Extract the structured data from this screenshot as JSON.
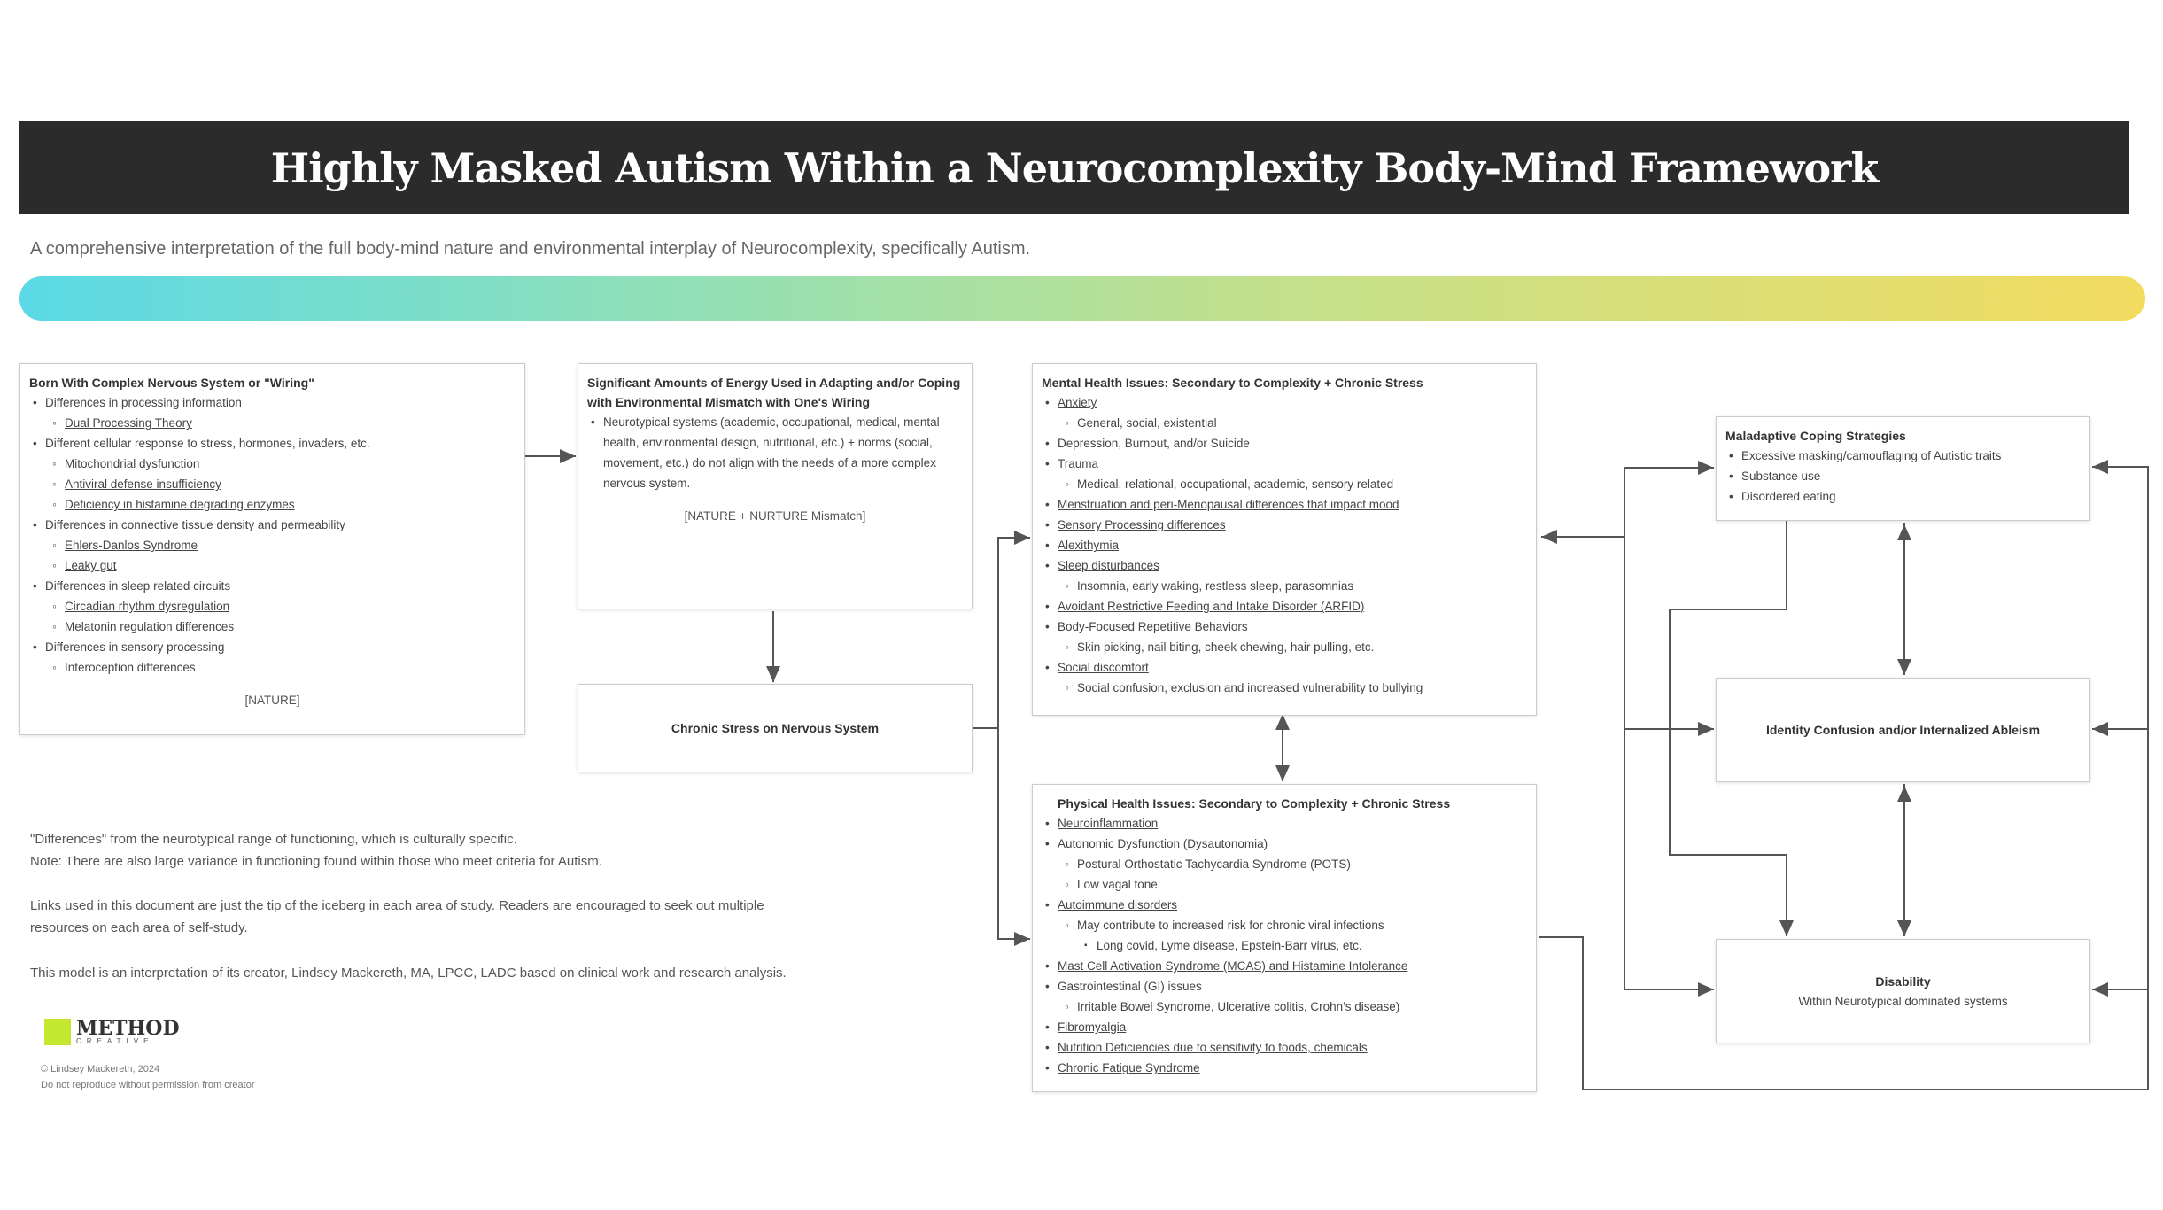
{
  "header": {
    "title": "Highly Masked Autism Within a Neurocomplexity Body-Mind Framework"
  },
  "subtitle": "A comprehensive interpretation of the full body-mind nature and environmental interplay of Neurocomplexity, specifically Autism.",
  "box1": {
    "title": "Born With Complex Nervous System or \"Wiring\"",
    "items": [
      "Differences in processing information",
      "Dual Processing Theory",
      "Different cellular response to stress, hormones, invaders, etc.",
      "Mitochondrial dysfunction",
      "Antiviral defense insufficiency",
      "Deficiency in histamine degrading enzymes",
      "Differences in connective tissue density and permeability",
      "Ehlers-Danlos Syndrome",
      "Leaky gut",
      "Differences in sleep related circuits",
      "Circadian rhythm dysregulation",
      "Melatonin regulation differences",
      "Differences in sensory processing",
      "Interoception differences"
    ],
    "note": "[NATURE]"
  },
  "box2": {
    "title": "Significant Amounts of Energy Used in Adapting and/or Coping with Environmental Mismatch with One's Wiring",
    "body": "Neurotypical systems (academic, occupational, medical, mental health, environmental design, nutritional, etc.) + norms (social, movement, etc.) do not align with the needs of a more complex nervous system.",
    "note": "[NATURE + NURTURE Mismatch]"
  },
  "box3": {
    "title": "Chronic Stress on Nervous System"
  },
  "box4": {
    "title": "Mental Health Issues: Secondary to Complexity + Chronic Stress",
    "items": [
      "Anxiety",
      "General, social, existential",
      "Depression, Burnout, and/or Suicide",
      "Trauma",
      "Medical, relational, occupational, academic, sensory related",
      "Menstruation and peri-Menopausal differences that impact mood",
      "Sensory Processing differences",
      "Alexithymia",
      "Sleep disturbances",
      "Insomnia, early waking, restless sleep, parasomnias",
      "Avoidant Restrictive Feeding and Intake Disorder (ARFID)",
      "Body-Focused Repetitive Behaviors",
      "Skin picking, nail biting, cheek chewing, hair pulling, etc.",
      "Social discomfort",
      "Social confusion, exclusion and increased vulnerability to bullying"
    ]
  },
  "box5": {
    "title": "Physical Health Issues: Secondary to Complexity + Chronic Stress",
    "items": [
      "Neuroinflammation",
      "Autonomic Dysfunction (Dysautonomia)",
      "Postural Orthostatic Tachycardia Syndrome (POTS)",
      "Low vagal tone",
      "Autoimmune disorders",
      "May contribute to increased risk for chronic viral infections",
      "Long covid, Lyme disease, Epstein-Barr virus, etc.",
      "Mast Cell Activation Syndrome (MCAS) and Histamine Intolerance",
      "Gastrointestinal (GI) issues",
      "Irritable Bowel Syndrome, Ulcerative colitis, Crohn's disease)",
      "Fibromyalgia",
      "Nutrition Deficiencies due to sensitivity to foods, chemicals",
      "Chronic Fatigue Syndrome"
    ]
  },
  "box6": {
    "title": "Maladaptive Coping Strategies",
    "items": [
      "Excessive masking/camouflaging of Autistic traits",
      "Substance use",
      "Disordered eating"
    ]
  },
  "box7": {
    "title": "Identity Confusion and/or Internalized Ableism"
  },
  "box8": {
    "title": "Disability",
    "body": "Within Neurotypical dominated systems"
  },
  "notes": {
    "line1": "\"Differences\" from the neurotypical range of functioning, which is culturally specific.",
    "line2": "Note: There are also large variance in functioning  found within those who meet criteria for Autism.",
    "line3": "Links used in this document are just the tip of the iceberg in each area of study. Readers are encouraged to seek out multiple",
    "line4": "resources on each area of self-study.",
    "line5": "This model is an interpretation of its creator, Lindsey Mackereth, MA, LPCC, LADC based on clinical work and research analysis."
  },
  "logo": {
    "name": "METHOD",
    "sub": "CREATIVE"
  },
  "copyright": {
    "line1": "© Lindsey Mackereth, 2024",
    "line2": "Do not reproduce without permission from creator"
  },
  "colors": {
    "header_bg": "#2b2b2b",
    "gradient_start": "#5ad9e6",
    "gradient_end": "#f2dc60",
    "logo_accent": "#c3e82f"
  }
}
